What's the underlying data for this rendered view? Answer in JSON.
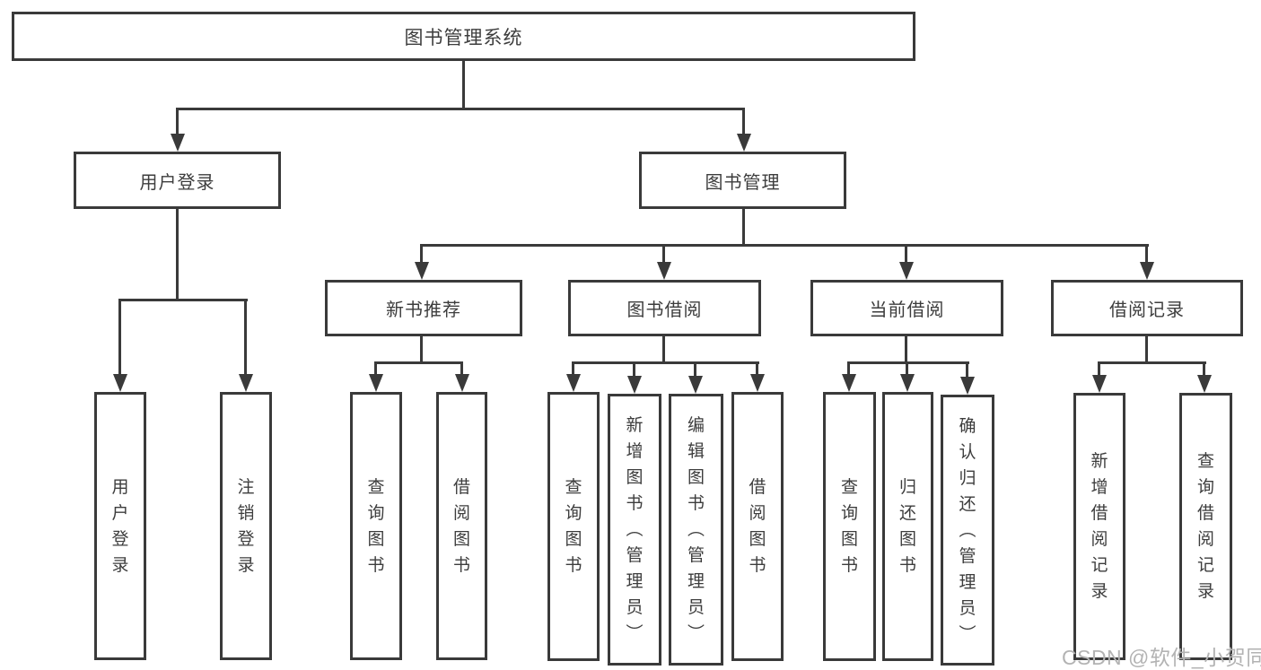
{
  "diagram_title": "图书管理系统",
  "tree": {
    "root": {
      "label": "图书管理系统"
    },
    "children": [
      {
        "label": "用户登录",
        "children": [
          {
            "label": "用户登录"
          },
          {
            "label": "注销登录"
          }
        ]
      },
      {
        "label": "图书管理",
        "children": [
          {
            "label": "新书推荐",
            "children": [
              {
                "label": "查询图书"
              },
              {
                "label": "借阅图书"
              }
            ]
          },
          {
            "label": "图书借阅",
            "children": [
              {
                "label": "查询图书"
              },
              {
                "label": "新增图书（管理员）"
              },
              {
                "label": "编辑图书（管理员）"
              },
              {
                "label": "借阅图书"
              }
            ]
          },
          {
            "label": "当前借阅",
            "children": [
              {
                "label": "查询图书"
              },
              {
                "label": "归还图书"
              },
              {
                "label": "确认归还（管理员）"
              }
            ]
          },
          {
            "label": "借阅记录",
            "children": [
              {
                "label": "新增借阅记录"
              },
              {
                "label": "查询借阅记录"
              }
            ]
          }
        ]
      }
    ]
  },
  "watermark": {
    "text": "CSDN @软件_小贺同学"
  },
  "colors": {
    "line": "#3a3a3a",
    "text": "#3d3d3d",
    "watermark": "#b3b3b3",
    "bg": "#ffffff"
  }
}
